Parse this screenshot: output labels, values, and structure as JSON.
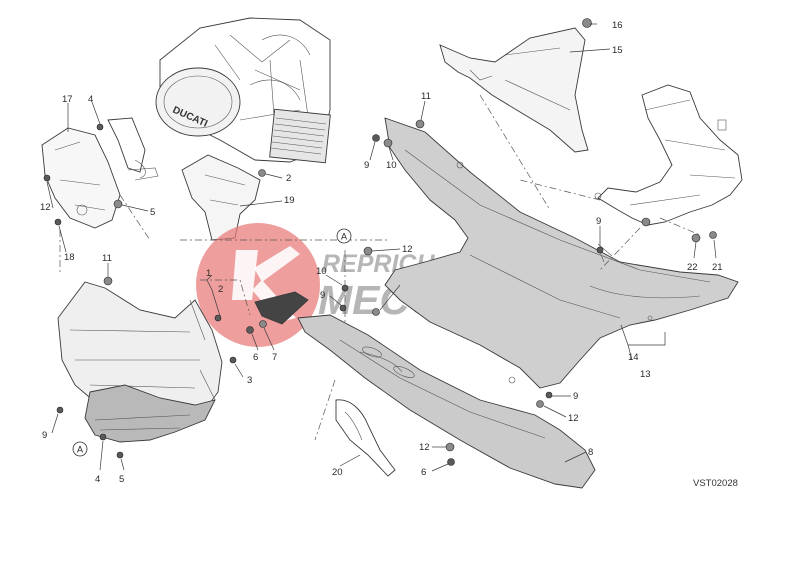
{
  "drawing": {
    "reference_code": "VST02028",
    "watermark": {
      "line1": "REPRICH",
      "line2": "MECCANICA"
    },
    "engine_logo": "DUCATI",
    "callouts": {
      "c1": "1",
      "c2a": "2",
      "c2b": "2",
      "c3": "3",
      "c4a": "4",
      "c4b": "4",
      "c5a": "5",
      "c5b": "5",
      "c6a": "6",
      "c6b": "6",
      "c7": "7",
      "c8": "8",
      "c9a": "9",
      "c9b": "9",
      "c9c": "9",
      "c9d": "9",
      "c9e": "9",
      "c10a": "10",
      "c10b": "10",
      "c11a": "11",
      "c11b": "11",
      "c12a": "12",
      "c12b": "12",
      "c12c": "12",
      "c12d": "12",
      "c13": "13",
      "c14": "14",
      "c15": "15",
      "c16": "16",
      "c17": "17",
      "c18": "18",
      "c19": "19",
      "c20": "20",
      "c21": "21",
      "c22": "22"
    },
    "detail_markers": {
      "a1": "A",
      "a2": "A"
    }
  }
}
